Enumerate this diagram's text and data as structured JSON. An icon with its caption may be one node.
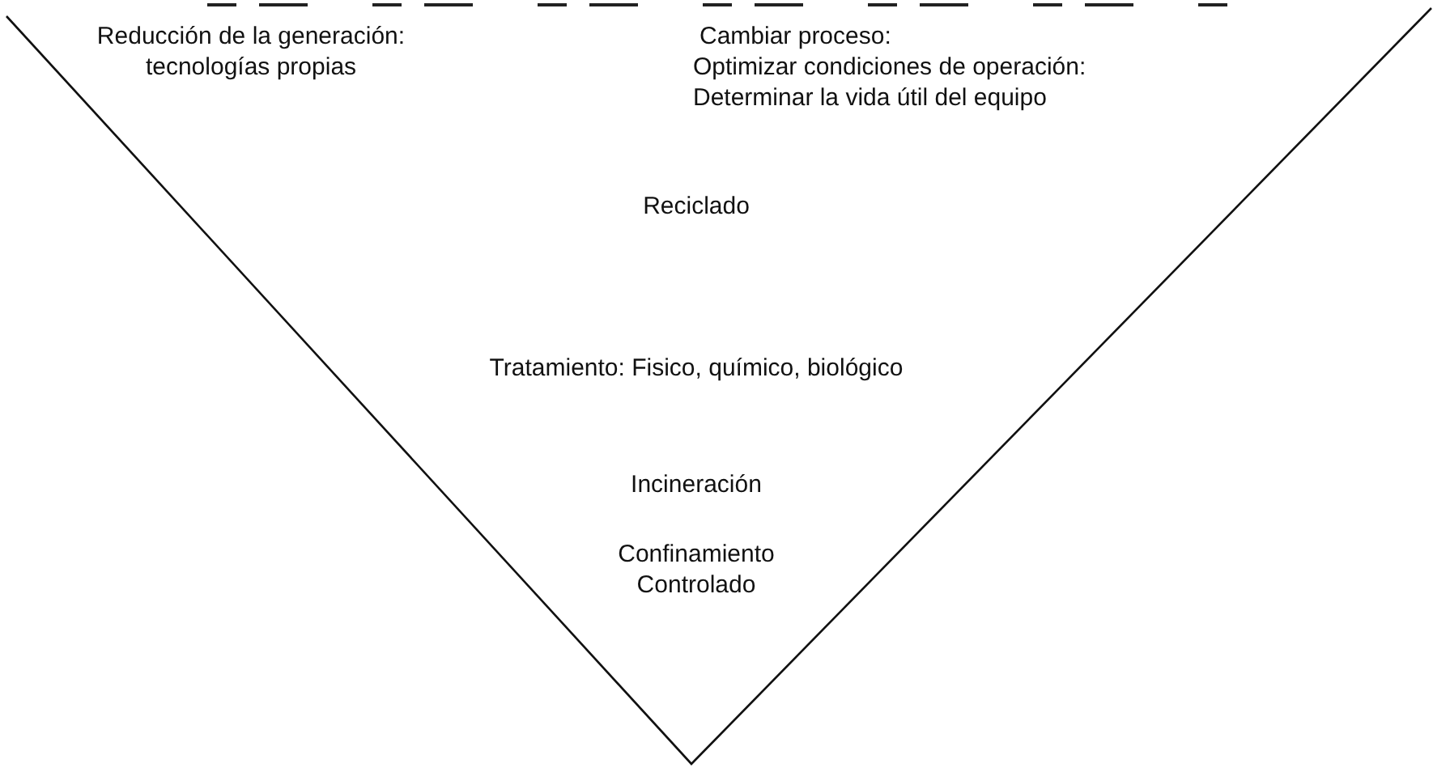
{
  "diagram": {
    "nodes": [
      {
        "text": [
          "Reducción de la generación: tecnologías propias",
          "Cambiar proceso:",
          "Optimizar condiciones de operación:",
          "Determinar la vida útil del equipo",
          "Reciclado",
          "Tratamiento: Fisico, químico, biológico",
          "Incineración",
          "Confinamiento Controlado"
        ]
      }
    ]
  }
}
